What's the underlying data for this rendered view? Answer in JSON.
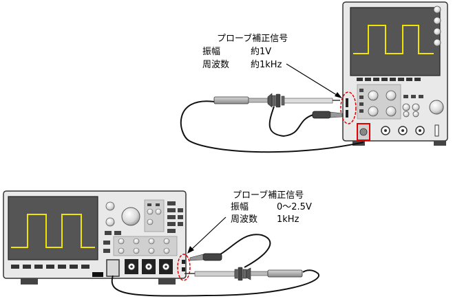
{
  "top_annotation": {
    "title": "プローブ補正信号",
    "amp_label": "振幅",
    "amp_value": "約1V",
    "freq_label": "周波数",
    "freq_value": "約1kHz"
  },
  "bottom_annotation": {
    "title": "プローブ補正信号",
    "amp_label": "振幅",
    "amp_value": "0～2.5V",
    "freq_label": "周波数",
    "freq_value": "1kHz"
  },
  "colors": {
    "waveform": "#f2e600",
    "screen": "#555555",
    "highlight": "#e00000",
    "body": "#e9e9e9",
    "panel": "#d0d0d0"
  }
}
